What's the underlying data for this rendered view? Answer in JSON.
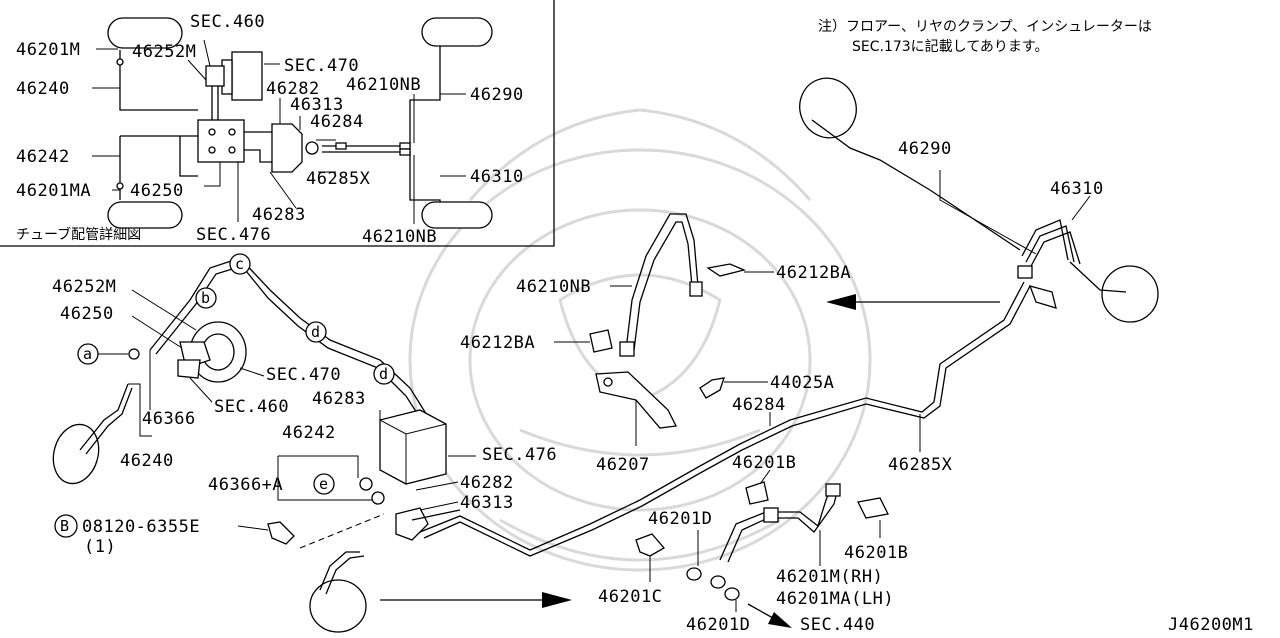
{
  "labels": {
    "inset_sec460": "SEC.460",
    "inset_46201m": "46201M",
    "inset_46252m": "46252M",
    "inset_sec470": "SEC.470",
    "inset_46240": "46240",
    "inset_46282": "46282",
    "inset_46210nb_top": "46210NB",
    "inset_46290": "46290",
    "inset_46313": "46313",
    "inset_46284": "46284",
    "inset_46242": "46242",
    "inset_46285x": "46285X",
    "inset_46310": "46310",
    "inset_46201ma": "46201MA",
    "inset_46250": "46250",
    "inset_46283": "46283",
    "inset_caption": "チューブ配管詳細図",
    "inset_sec476": "SEC.476",
    "inset_46210nb_bottom": "46210NB",
    "note_line1": "注）フロアー、リヤのクランプ、インシュレーターは",
    "note_line2": "SEC.173に記載してあります。",
    "main_46290": "46290",
    "main_46310": "46310",
    "main_46212ba_right": "46212BA",
    "main_46210nb": "46210NB",
    "main_46212ba_left": "46212BA",
    "main_44025a": "44025A",
    "main_46284": "46284",
    "main_46207": "46207",
    "main_46285x": "46285X",
    "main_46201b_top": "46201B",
    "main_46201d_top": "46201D",
    "main_46201b_bottom": "46201B",
    "main_46201m_rh": "46201M(RH)",
    "main_46201ma_lh": "46201MA(LH)",
    "main_46201c": "46201C",
    "main_46201d_bottom": "46201D",
    "main_sec440": "SEC.440",
    "main_46252m": "46252M",
    "main_46250": "46250",
    "main_sec470": "SEC.470",
    "main_sec460": "SEC.460",
    "main_46366": "46366",
    "main_46240": "46240",
    "main_46283": "46283",
    "main_46242": "46242",
    "main_sec476": "SEC.476",
    "main_46366a": "46366+A",
    "main_46282": "46282",
    "main_46313": "46313",
    "main_bolt": "08120-6355E",
    "main_bolt_qty": "(1)",
    "diagram_code": "J46200M1"
  },
  "callouts": {
    "a": "a",
    "b": "b",
    "c": "c",
    "d1": "d",
    "d2": "d",
    "e": "e",
    "bolt_marker": "B"
  }
}
